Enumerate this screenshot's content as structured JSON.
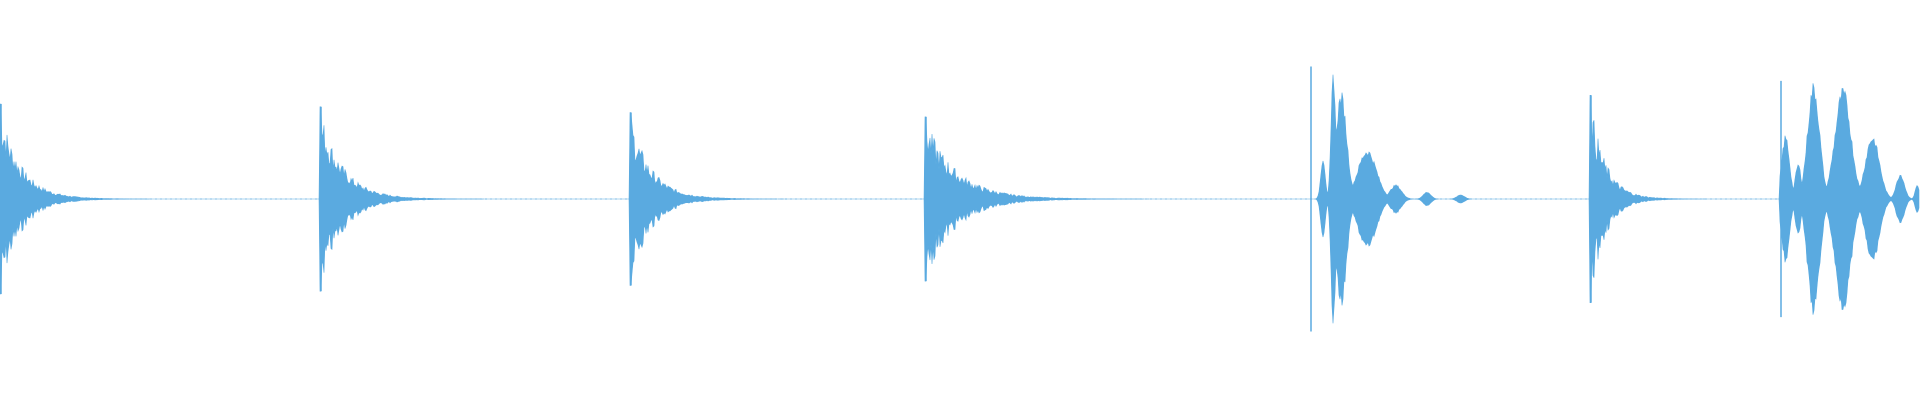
{
  "waveform": {
    "color": "#5aaae0",
    "background": "#ffffff",
    "events": [
      {
        "kind": "transient",
        "peak": 0.66,
        "decay": 0.2
      },
      {
        "kind": "transient",
        "peak": 0.64,
        "decay": 0.2
      },
      {
        "kind": "transient",
        "peak": 0.6,
        "decay": 0.18
      },
      {
        "kind": "transient",
        "peak": 0.57,
        "decay": 0.18
      },
      {
        "kind": "tonal-burst",
        "peak": 0.92
      },
      {
        "kind": "transient",
        "peak": 0.72,
        "decay": 0.2
      },
      {
        "kind": "tonal-burst",
        "peak": 0.82
      }
    ]
  }
}
